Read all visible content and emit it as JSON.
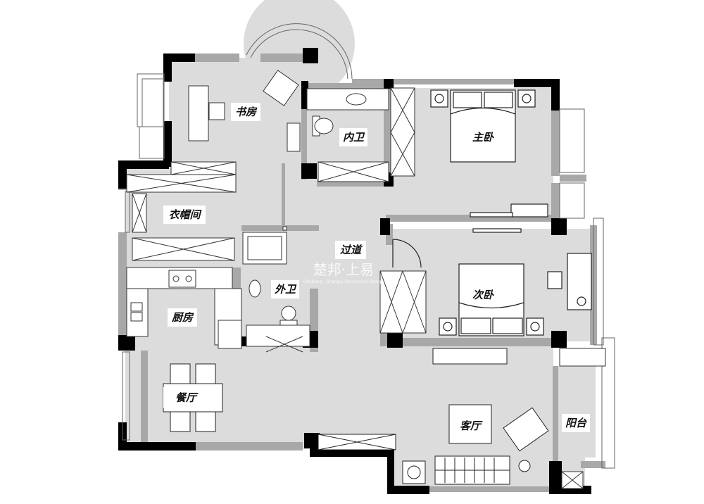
{
  "rooms": {
    "study": "书房",
    "ensuite_bath": "内卫",
    "master_bedroom": "主卧",
    "walk_in_closet": "衣帽间",
    "corridor": "过道",
    "guest_bath": "外卫",
    "second_bedroom": "次卧",
    "kitchen": "厨房",
    "dining_room": "餐厅",
    "living_room": "客厅",
    "balcony": "阳台"
  },
  "watermark": {
    "main": "楚邦·上易",
    "sub": "Chubang · Shangyi Decoration Design"
  }
}
